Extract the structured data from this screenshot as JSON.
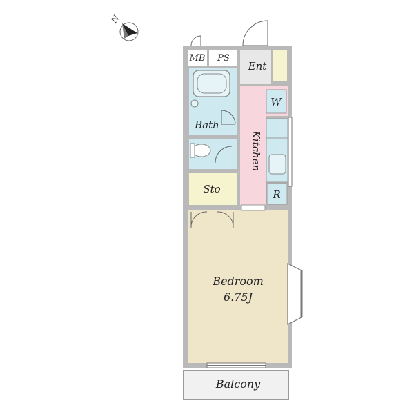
{
  "compass": {
    "label": "N"
  },
  "rooms": {
    "mb": "MB",
    "ps": "PS",
    "ent": "Ent",
    "w": "W",
    "bath": "Bath",
    "kitchen": "Kitchen",
    "sto": "Sto",
    "r": "R",
    "bedroom": "Bedroom",
    "bedroom_size": "6.75J",
    "balcony": "Balcony"
  },
  "colors": {
    "wall": "#b9b9b9",
    "bath": "#cfe9f1",
    "kitchen": "#f7d6dd",
    "storage": "#f6f3cf",
    "bedroom": "#efe6c9",
    "entrance": "#e8e8e8",
    "balcony": "#f1f1f1"
  }
}
